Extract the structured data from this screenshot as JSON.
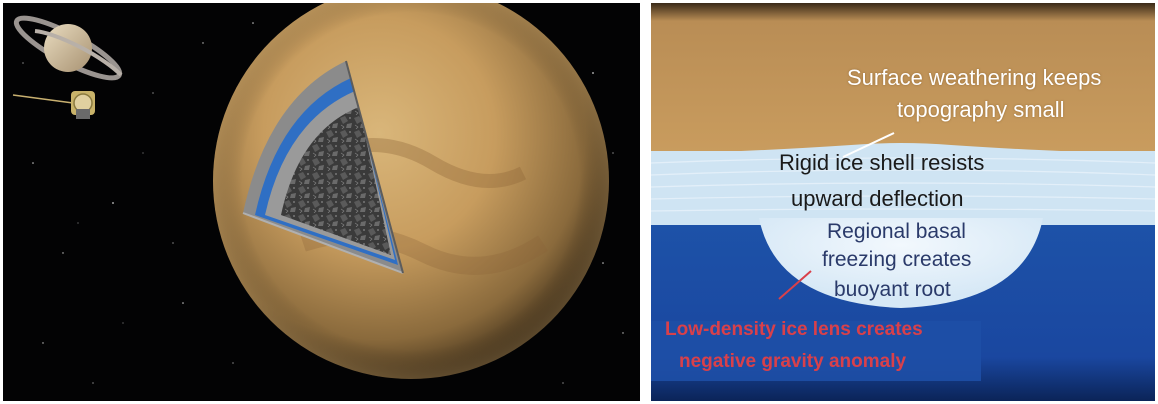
{
  "left_panel": {
    "objects": [
      "saturn",
      "cassini-spacecraft",
      "titan-cutaway"
    ]
  },
  "right_panel": {
    "labels": {
      "surface_line1": "Surface weathering keeps",
      "surface_line2": "topography small",
      "rigid_line1": "Rigid ice shell resists",
      "rigid_line2": "upward deflection",
      "basal_line1": "Regional basal",
      "basal_line2": "freezing creates",
      "basal_line3": "buoyant root",
      "lens_line1": "Low-density ice lens creates",
      "lens_line2": "negative gravity anomaly"
    },
    "colors": {
      "crust": "#c79a5c",
      "ice_shell": "#cfe4f3",
      "ocean": "#1a4fa6",
      "lens_text": "#d9404a",
      "basal_text": "#2a3a6a"
    }
  }
}
